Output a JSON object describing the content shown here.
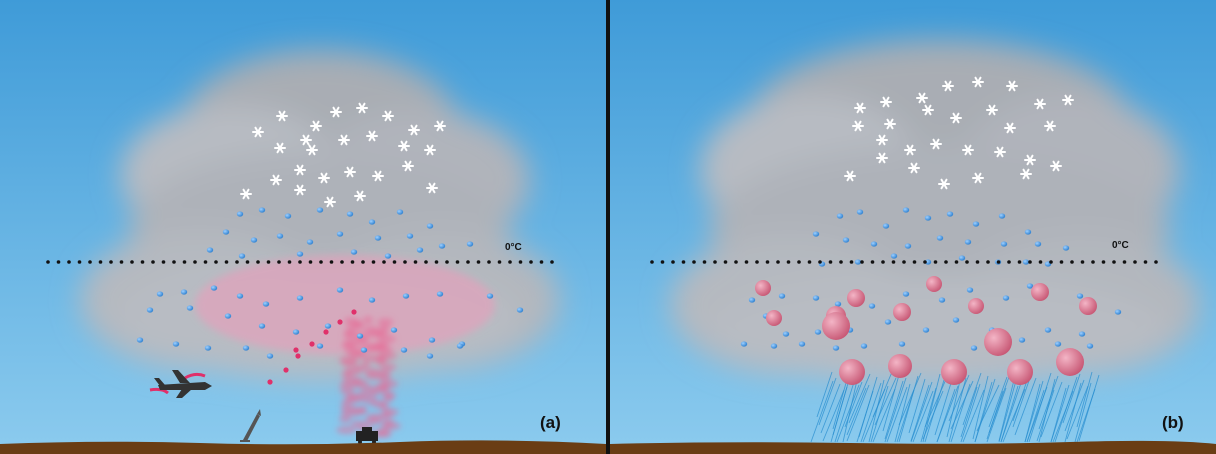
{
  "panels": [
    {
      "label": "(a)",
      "isotherm_label": "0°C"
    },
    {
      "label": "(b)",
      "isotherm_label": "0°C"
    }
  ],
  "colors": {
    "sky_top": "#3f9bd8",
    "sky_bottom": "#87c8ec",
    "cloud": "#b8bcc4",
    "ground": "#6a3d14",
    "droplet": "#3d8fd8",
    "ice_crystal": "#ffffff",
    "seeding_particle": "#e0306a",
    "hailstone": "#d06a84",
    "rain": "#2a8fd0"
  },
  "icons": [
    "snowflake-icon",
    "airplane-icon",
    "rocket-launcher-icon",
    "ground-generator-icon"
  ]
}
